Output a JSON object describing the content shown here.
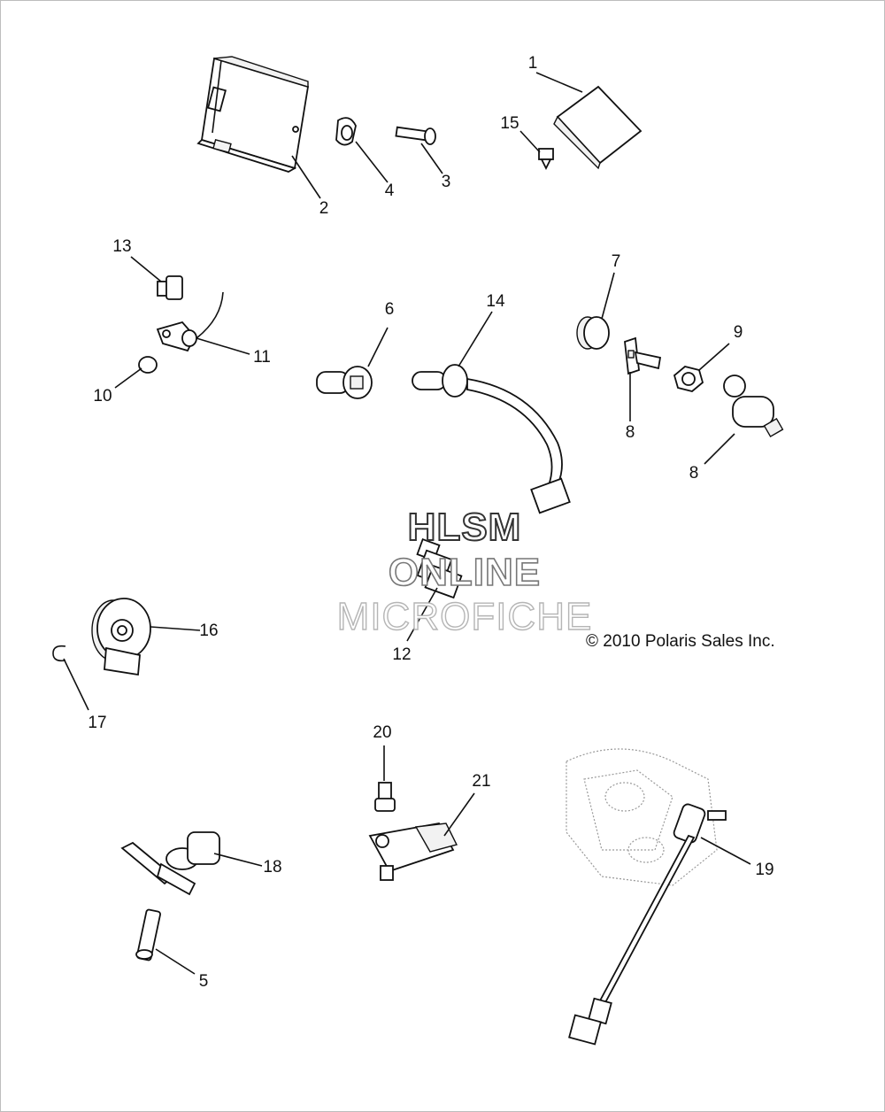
{
  "diagram": {
    "callouts": [
      "1",
      "2",
      "3",
      "4",
      "15",
      "13",
      "11",
      "10",
      "6",
      "14",
      "7",
      "9",
      "8",
      "8",
      "16",
      "17",
      "12",
      "20",
      "21",
      "18",
      "19",
      "5"
    ],
    "copyright": "© 2010 Polaris Sales Inc.",
    "watermark": {
      "line1": "HLSM",
      "line2": "ONLINE",
      "line3": "MICROFICHE"
    }
  }
}
